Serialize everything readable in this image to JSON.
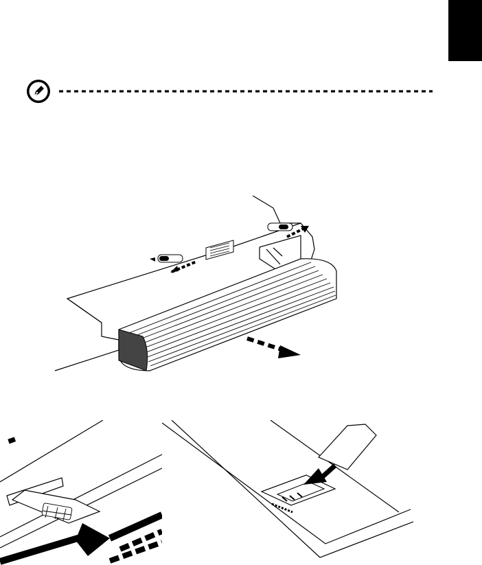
{
  "page": {
    "side_tab_color": "#000000",
    "ink_color": "#000000",
    "paper_color": "#ffffff"
  },
  "note": {
    "icon": "note-pen-icon"
  },
  "figures": [
    {
      "name": "battery-removal-illustration"
    },
    {
      "name": "sim-card-slot-illustration"
    },
    {
      "name": "sim-card-insertion-illustration"
    }
  ]
}
